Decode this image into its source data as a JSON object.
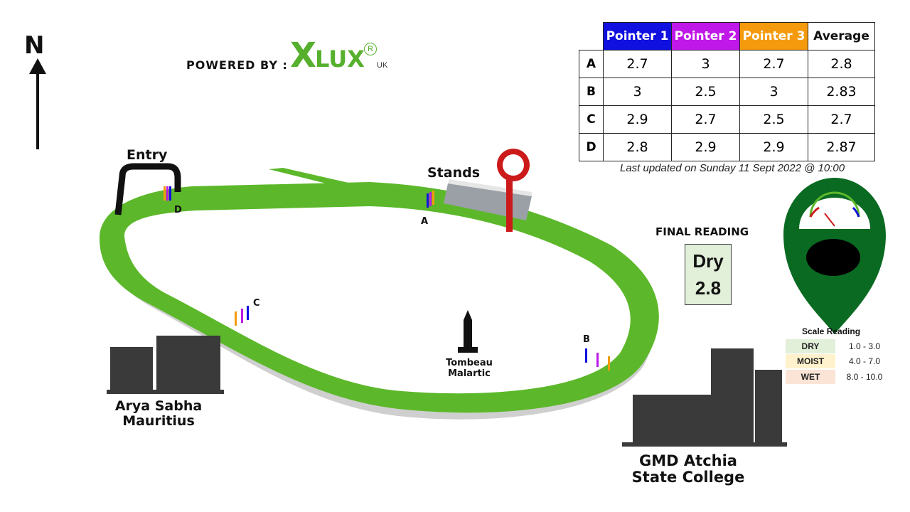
{
  "compass": {
    "label": "N"
  },
  "branding": {
    "powered_by": "POWERED BY :",
    "logo_x": "X",
    "logo_rest": "LUX",
    "logo_reg": "R",
    "logo_sub": "UK"
  },
  "map": {
    "entry": "Entry",
    "stands": "Stands",
    "pointers": {
      "a": "A",
      "b": "B",
      "c": "C",
      "d": "D"
    },
    "tombeau": [
      "Tombeau",
      "Malartic"
    ],
    "arya": [
      "Arya Sabha",
      "Mauritius"
    ],
    "gmd": [
      "GMD Atchia",
      "State College"
    ]
  },
  "table": {
    "headers": [
      "Pointer 1",
      "Pointer 2",
      "Pointer 3",
      "Average"
    ],
    "rows": [
      {
        "label": "A",
        "values": [
          "2.7",
          "3",
          "2.7",
          "2.8"
        ]
      },
      {
        "label": "B",
        "values": [
          "3",
          "2.5",
          "3",
          "2.83"
        ]
      },
      {
        "label": "C",
        "values": [
          "2.9",
          "2.7",
          "2.5",
          "2.7"
        ]
      },
      {
        "label": "D",
        "values": [
          "2.8",
          "2.9",
          "2.9",
          "2.87"
        ]
      }
    ],
    "updated": "Last updated on Sunday 11 Sept 2022 @ 10:00"
  },
  "final_reading": {
    "title": "FINAL READING",
    "status": "Dry",
    "value": "2.8"
  },
  "scale": {
    "title": "Scale Reading",
    "rows": [
      {
        "name": "DRY",
        "range": "1.0 - 3.0",
        "color": "#e2efd9"
      },
      {
        "name": "MOIST",
        "range": "4.0 - 7.0",
        "color": "#fff2cc"
      },
      {
        "name": "WET",
        "range": "8.0 - 10.0",
        "color": "#fbe4d5"
      }
    ]
  },
  "colors": {
    "track_green": "#5cb82a",
    "track_shadow": "#d0d0d0",
    "pointer1": "#1010e0",
    "pointer2": "#c018e8",
    "pointer3": "#f59a0c",
    "meter_green": "#0a6a22",
    "post_red": "#cc1a1a"
  }
}
